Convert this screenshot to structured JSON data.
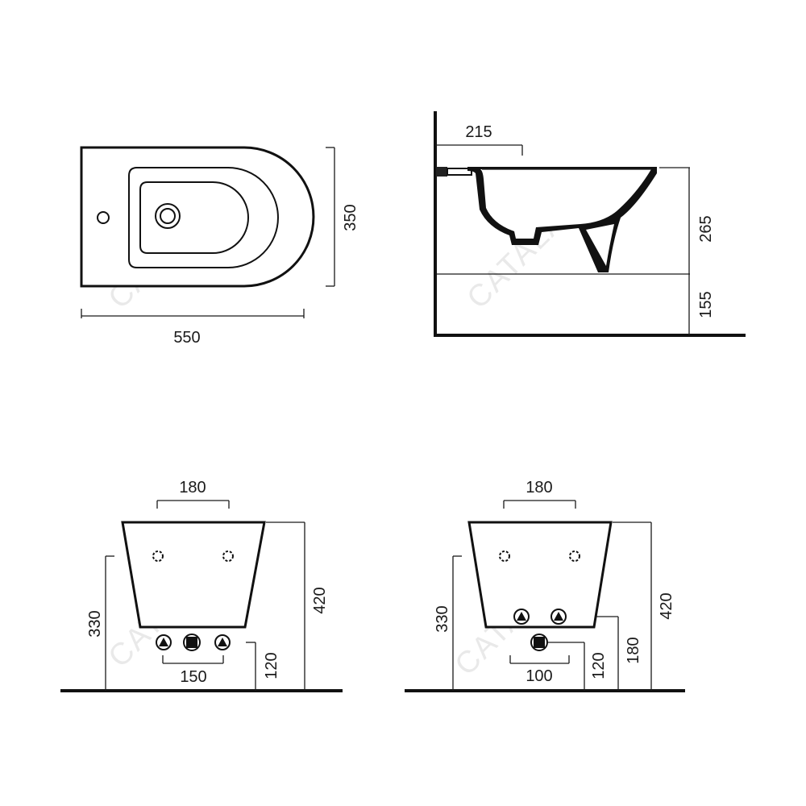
{
  "watermark": "CATALANO",
  "top_view": {
    "width_label": "550",
    "depth_label": "350"
  },
  "side_view": {
    "projection_label": "215",
    "bowl_height_label": "265",
    "floor_gap_label": "155"
  },
  "rear_view_left": {
    "top_spacing_label": "180",
    "inlet_spacing_label": "150",
    "height_label": "420",
    "mount_height_label": "330",
    "inlet_height_label": "120"
  },
  "rear_view_right": {
    "top_spacing_label": "180",
    "drain_spacing_label": "100",
    "height_label": "420",
    "mount_height_label": "330",
    "inlet_height_label": "120",
    "supply_height_label": "180"
  }
}
